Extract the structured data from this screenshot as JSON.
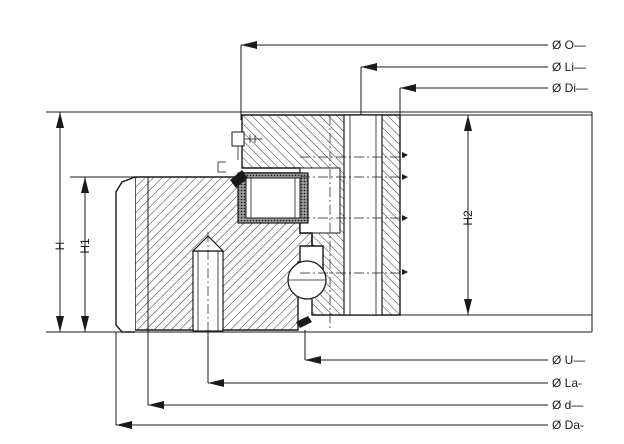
{
  "diagram": {
    "right_dimensions": [
      {
        "key": "O",
        "label": "Ø O—"
      },
      {
        "key": "Li",
        "label": "Ø Li—"
      },
      {
        "key": "Di",
        "label": "Ø Di—"
      },
      {
        "key": "U",
        "label": "Ø U—"
      },
      {
        "key": "La",
        "label": "Ø La-"
      },
      {
        "key": "d",
        "label": "Ø d—"
      },
      {
        "key": "Da",
        "label": "Ø Da-"
      }
    ],
    "height_dimensions": [
      {
        "key": "H",
        "label": "H"
      },
      {
        "key": "H1",
        "label": "H1"
      },
      {
        "key": "H2",
        "label": "H2"
      }
    ]
  }
}
